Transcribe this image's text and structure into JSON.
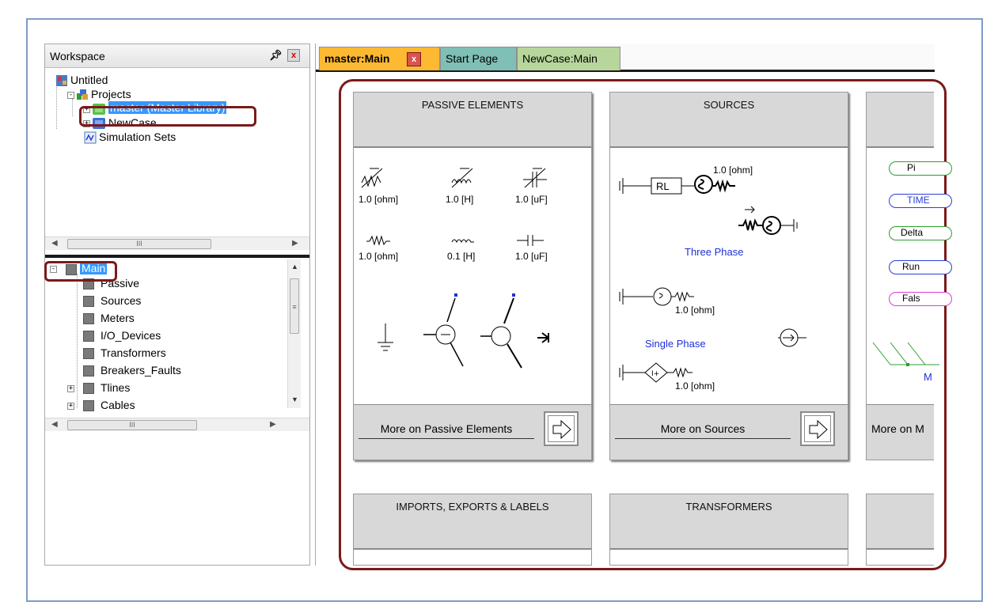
{
  "workspace": {
    "title": "Workspace",
    "tree": {
      "root": "Untitled",
      "projects": "Projects",
      "master": "master (Master Library)",
      "newcase": "NewCase",
      "simsets": "Simulation Sets"
    },
    "components": {
      "root": "Main",
      "items": [
        "Passive",
        "Sources",
        "Meters",
        "I/O_Devices",
        "Transformers",
        "Breakers_Faults",
        "Tlines",
        "Cables"
      ]
    },
    "scroll_glyph": "III"
  },
  "tabs": {
    "active": "master:Main",
    "close": "x",
    "start": "Start Page",
    "newcase": "NewCase:Main"
  },
  "cards": {
    "passive": {
      "title": "PASSIVE ELEMENTS",
      "more": "More on Passive Elements",
      "labels": [
        "1.0 [ohm]",
        "1.0 [H]",
        "1.0 [uF]",
        "1.0 [ohm]",
        "0.1 [H]",
        "1.0 [uF]"
      ]
    },
    "sources": {
      "title": "SOURCES",
      "more": "More on Sources",
      "rl": "RL",
      "ohm_top": "1.0 [ohm]",
      "three_phase": "Three Phase",
      "ohm_mid": "1.0 [ohm]",
      "single_phase": "Single Phase",
      "ohm_bottom": "1.0 [ohm]"
    },
    "third": {
      "more": "More on M",
      "pills": [
        {
          "label": "Pi",
          "color": "#2e9e2e"
        },
        {
          "label": "TIME",
          "color": "#2a3fd6"
        },
        {
          "label": "Delta",
          "color": "#2e9e2e"
        },
        {
          "label": "Run",
          "color": "#2a3fd6"
        },
        {
          "label": "Fals",
          "color": "#d63fd6"
        }
      ],
      "bottom_letter": "M"
    },
    "imports": {
      "title": "IMPORTS, EXPORTS & LABELS"
    },
    "transformers": {
      "title": "TRANSFORMERS"
    }
  },
  "colors": {
    "highlight": "#7a1a1a",
    "active_tab": "#fdb931",
    "start_tab": "#7fbfb5",
    "newcase_tab": "#b7d69b",
    "selection": "#3399ff",
    "link_blue": "#1f2fd6"
  }
}
